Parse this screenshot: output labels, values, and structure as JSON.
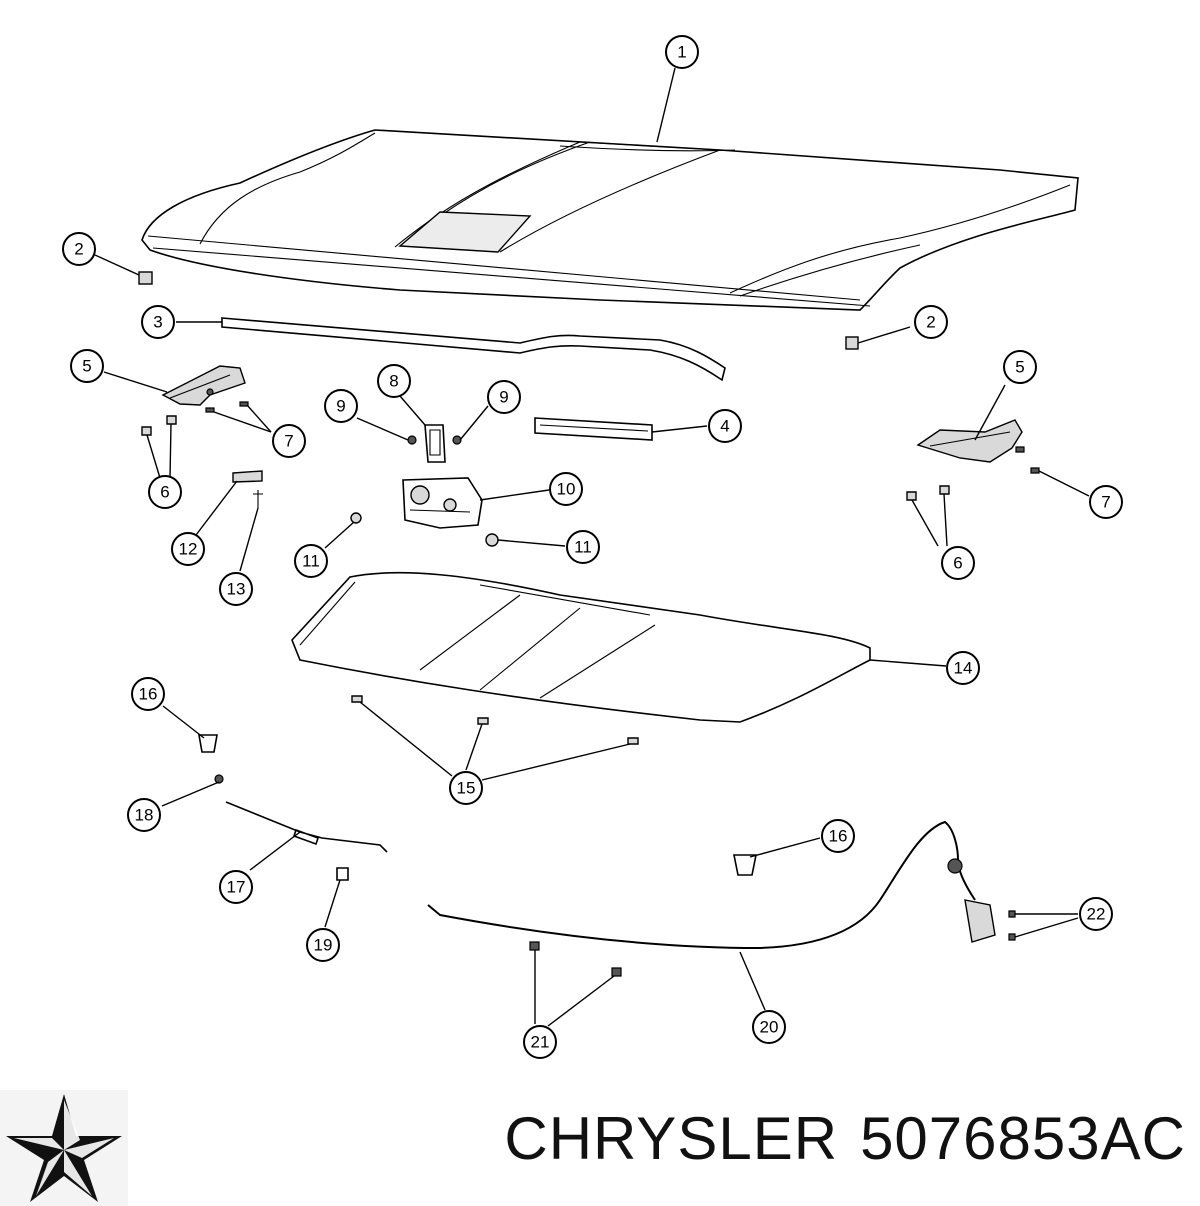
{
  "brand": {
    "logo_icon": "pentastar-icon",
    "manufacturer": "CHRYSLER",
    "part_number": "5076853AC"
  },
  "callouts": [
    {
      "id": "c1",
      "label": "1"
    },
    {
      "id": "c2a",
      "label": "2"
    },
    {
      "id": "c2b",
      "label": "2"
    },
    {
      "id": "c3",
      "label": "3"
    },
    {
      "id": "c4",
      "label": "4"
    },
    {
      "id": "c5a",
      "label": "5"
    },
    {
      "id": "c5b",
      "label": "5"
    },
    {
      "id": "c6a",
      "label": "6"
    },
    {
      "id": "c6b",
      "label": "6"
    },
    {
      "id": "c7a",
      "label": "7"
    },
    {
      "id": "c7b",
      "label": "7"
    },
    {
      "id": "c8",
      "label": "8"
    },
    {
      "id": "c9a",
      "label": "9"
    },
    {
      "id": "c9b",
      "label": "9"
    },
    {
      "id": "c10",
      "label": "10"
    },
    {
      "id": "c11a",
      "label": "11"
    },
    {
      "id": "c11b",
      "label": "11"
    },
    {
      "id": "c12",
      "label": "12"
    },
    {
      "id": "c13",
      "label": "13"
    },
    {
      "id": "c14",
      "label": "14"
    },
    {
      "id": "c15",
      "label": "15"
    },
    {
      "id": "c16a",
      "label": "16"
    },
    {
      "id": "c16b",
      "label": "16"
    },
    {
      "id": "c17",
      "label": "17"
    },
    {
      "id": "c18",
      "label": "18"
    },
    {
      "id": "c19",
      "label": "19"
    },
    {
      "id": "c20",
      "label": "20"
    },
    {
      "id": "c21",
      "label": "21"
    },
    {
      "id": "c22",
      "label": "22"
    }
  ]
}
